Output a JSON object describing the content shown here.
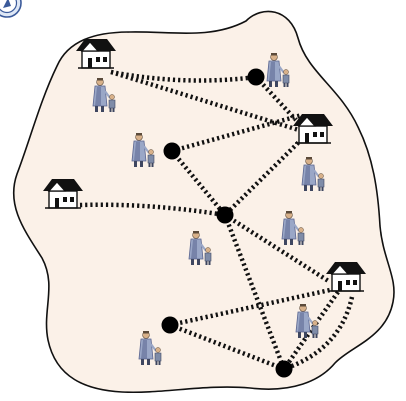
{
  "colors": {
    "region_fill": "#fbf1e8",
    "region_stroke": "#111111",
    "path": "#111111",
    "node": "#000000",
    "house_wall": "#ffffff",
    "house_roof": "#111111",
    "person_body": "#9aa7c7",
    "person_shade": "#5b6690",
    "child_body": "#7f8ca8",
    "skin": "#d8b18a",
    "compass_fill": "#dfe8f6",
    "compass_stroke": "#3b5a9a"
  },
  "icons": {
    "house": "house-icon",
    "person": "parent-child-icon",
    "node": "junction-node",
    "corner": "compass-icon"
  },
  "houses": [
    "house-1",
    "house-2",
    "house-3",
    "house-4"
  ],
  "nodes": [
    "node-1",
    "node-2",
    "node-3",
    "node-4",
    "node-5"
  ],
  "people": [
    "people-1",
    "people-2",
    "people-3",
    "people-4",
    "people-5",
    "people-6",
    "people-7",
    "people-8"
  ]
}
